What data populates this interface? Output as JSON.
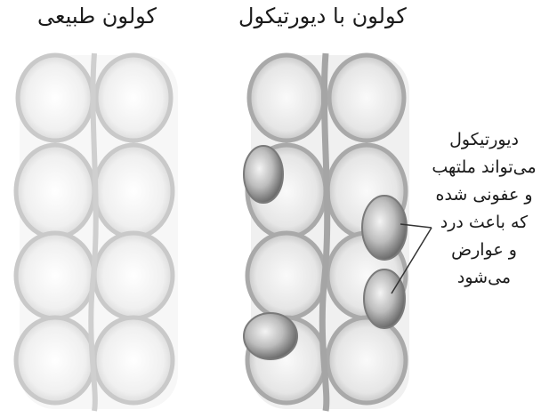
{
  "labels": {
    "normal_colon": "کولون طبیعی",
    "diverticular_colon": "کولون با دیورتیکول"
  },
  "note": {
    "lines": [
      "دیورتیکول",
      "می‌تواند ملتهب",
      "و عفونی شده",
      "که باعث درد",
      "و عوارض",
      "می‌شود"
    ]
  }
}
